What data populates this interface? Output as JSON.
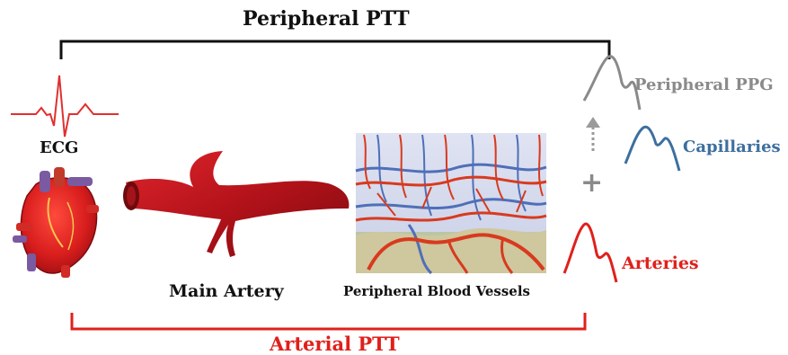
{
  "labels": {
    "top_bracket": "Peripheral PTT",
    "bottom_bracket": "Arterial PTT",
    "ecg": "ECG",
    "main_artery": "Main Artery",
    "peripheral_vessels": "Peripheral Blood Vessels",
    "peripheral_ppg": "Peripheral PPG",
    "capillaries": "Capillaries",
    "arteries": "Arteries",
    "plus": "+"
  },
  "colors": {
    "black": "#111111",
    "arterial_red": "#e0201b",
    "ecg_red": "#e03030",
    "ppg_gray": "#8a8a8a",
    "capillary_blue": "#3d6f9f",
    "vessel_red": "#d83a1e",
    "vessel_blue": "#4f6fb8",
    "artery_dark": "#8f0f14",
    "artery_light": "#d21a22"
  },
  "icons": [
    "ecg-waveform-icon",
    "heart-icon",
    "artery-icon",
    "vessel-network-icon",
    "ppg-waveform-icon",
    "capillary-waveform-icon",
    "artery-waveform-icon"
  ]
}
